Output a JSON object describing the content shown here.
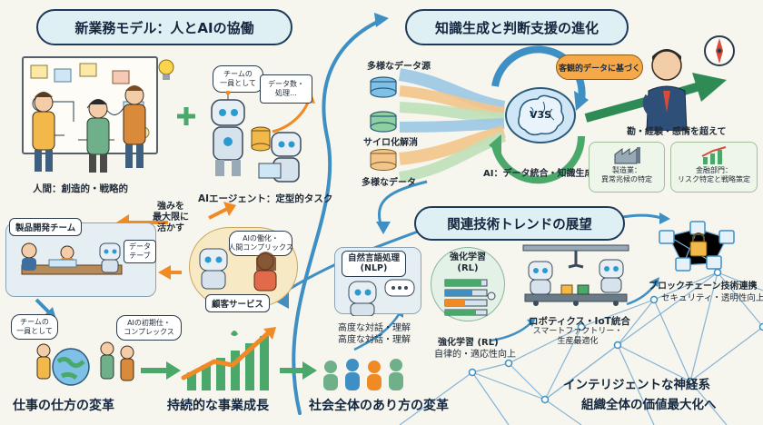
{
  "titles": {
    "main": "新業務モデル：人とAIの協働",
    "knowledge": "知識生成と判断支援の進化",
    "trends": "関連技術トレンドの展望"
  },
  "left": {
    "human_label": "人間：創造的・戦略的",
    "ai_agent_label": "AIエージェント：定型的タスク",
    "bubble_team": "チームの\n一員として",
    "bubble_data": "データ数・\n処理…",
    "strength": "強みを\n最大限に\n活かす",
    "product_team": "製品開発チーム",
    "bubble_datatape": "データ\nテーブ",
    "customer_service": "顧客サービス",
    "bubble_customer": "AIの働化・\n人間コンプリックス"
  },
  "bottom": {
    "bubble_team2": "チームの\n一員として",
    "bubble_ai_init": "AIの初期仕・\nコンプレックス",
    "work_change": "仕事の仕方の変革",
    "growth": "持続的な事業成長",
    "society": "社会全体のあり方の変革"
  },
  "knowledge": {
    "diverse_sources": "多様なデータ源",
    "silo": "サイロ化解消",
    "diverse_data": "多様なデータ",
    "hub": "V3S",
    "ai_integration": "AI：データ統合・知識生成",
    "objective": "客観的データに基づく",
    "beyond": "勘・経験・感情を超えて",
    "mfg": "製造業：\n異常兆候の特定",
    "finance": "金融部門：\nリスク特定と戦略策定"
  },
  "trends": {
    "nlp_title": "自然言語処理\n(NLP)",
    "nlp_desc1": "高度な対話・理解",
    "nlp_desc2": "高度な対話・理解",
    "rl_title": "強化学習\n(RL)",
    "rl_desc1": "強化学習 (RL)",
    "rl_desc2": "自律的・適応性向上",
    "robotics_title": "ロボティクス・IoT統合",
    "robotics_desc": "スマートファクトリー・\n生産最適化",
    "blockchain_title": "ブロックチェーン技術連携",
    "blockchain_desc": "セキュリティ・透明性向上",
    "network1": "インテリジェントな神経系",
    "network2": "組織全体の価値最大化へ"
  },
  "colors": {
    "accent_orange": "#f08a24",
    "accent_blue": "#3d8fc4",
    "accent_green": "#4aa86a",
    "navy": "#1d3a5a"
  }
}
